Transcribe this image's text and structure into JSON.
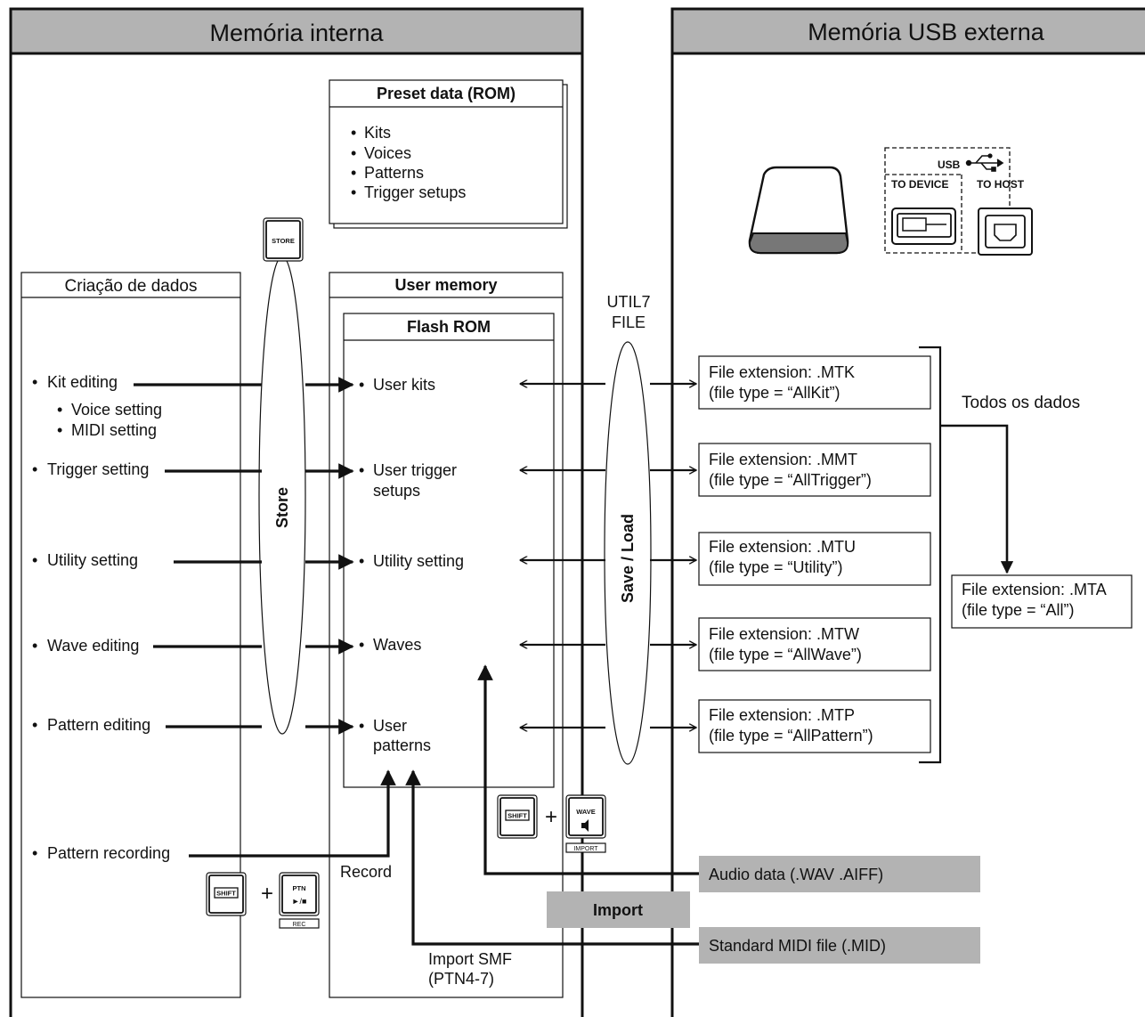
{
  "internal": {
    "title": "Memória interna",
    "preset": {
      "title": "Preset data (ROM)",
      "items": [
        "Kits",
        "Voices",
        "Patterns",
        "Trigger setups"
      ]
    },
    "store_key": "STORE",
    "store_label": "Store",
    "creation": {
      "title": "Criação de dados",
      "kit_editing": "Kit editing",
      "voice_setting": "Voice setting",
      "midi_setting": "MIDI setting",
      "trigger_setting": "Trigger setting",
      "utility_setting": "Utility setting",
      "wave_editing": "Wave editing",
      "pattern_editing": "Pattern editing",
      "pattern_recording": "Pattern recording"
    },
    "user_memory": {
      "title": "User memory",
      "flash_title": "Flash ROM",
      "user_kits": "User kits",
      "user_trigger_1": "User trigger",
      "user_trigger_2": "setups",
      "utility_setting": "Utility setting",
      "waves": "Waves",
      "user_patterns_1": "User",
      "user_patterns_2": "patterns"
    },
    "record_label": "Record",
    "import_smf_1": "Import SMF",
    "import_smf_2": "(PTN4-7)",
    "keys": {
      "shift": "SHIFT",
      "ptn": "PTN",
      "play_stop": "►/■",
      "rec": "REC",
      "wave": "WAVE",
      "import": "IMPORT"
    }
  },
  "external": {
    "title": "Memória USB externa",
    "usb_label": "USB",
    "to_device": "TO DEVICE",
    "to_host": "TO HOST",
    "util_1": "UTIL7",
    "util_2": "FILE",
    "save_load": "Save / Load",
    "files": [
      {
        "ext": "File extension: .MTK",
        "type": "(file type = “AllKit”)"
      },
      {
        "ext": "File extension: .MMT",
        "type": "(file type = “AllTrigger”)"
      },
      {
        "ext": "File extension: .MTU",
        "type": "(file type = “Utility”)"
      },
      {
        "ext": "File extension: .MTW",
        "type": "(file type = “AllWave”)"
      },
      {
        "ext": "File extension: .MTP",
        "type": "(file type = “AllPattern”)"
      }
    ],
    "all_data": "Todos os dados",
    "all_file": {
      "ext": "File extension: .MTA",
      "type": "(file type = “All”)"
    },
    "audio_data": "Audio data (.WAV  .AIFF)",
    "import_label": "Import",
    "midi_file": "Standard MIDI file (.MID)"
  },
  "colors": {
    "header_gray": "#b3b3b3",
    "line": "#111111",
    "background": "#ffffff"
  }
}
